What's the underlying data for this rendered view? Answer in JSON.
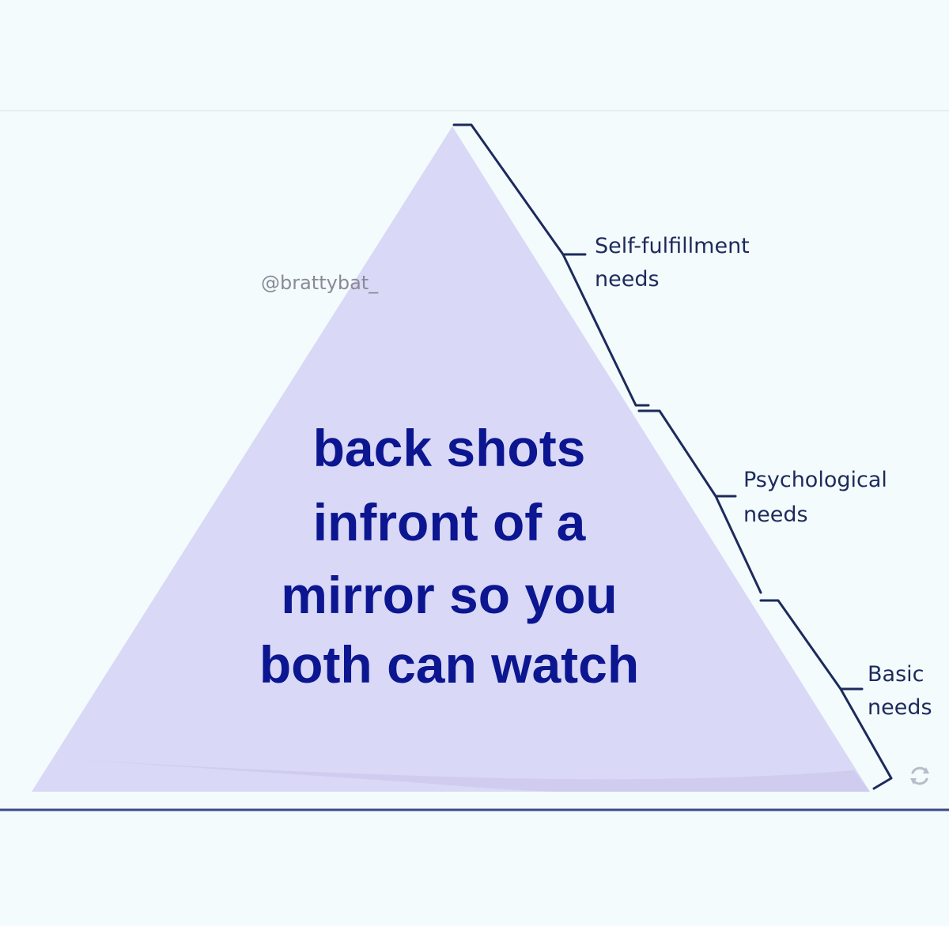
{
  "colors": {
    "background": "#f3fbfd",
    "pyramid_fill": "#d9d8f6",
    "pyramid_shadow": "#c8c4ec",
    "bracket": "#1d2a5c",
    "baseline": "#3b4a86",
    "main_text": "#0c1690",
    "watermark": "#8a8a96"
  },
  "watermark": "@brattybat_",
  "pyramid_text": {
    "lines": [
      "back shots",
      "infront of a",
      "mirror so you",
      "both can watch"
    ]
  },
  "levels": [
    {
      "line1": "Self-fulfillment",
      "line2": "needs"
    },
    {
      "line1": "Psychological",
      "line2": "needs"
    },
    {
      "line1": "Basic",
      "line2": "needs"
    }
  ],
  "corner_icon": "refresh-icon"
}
